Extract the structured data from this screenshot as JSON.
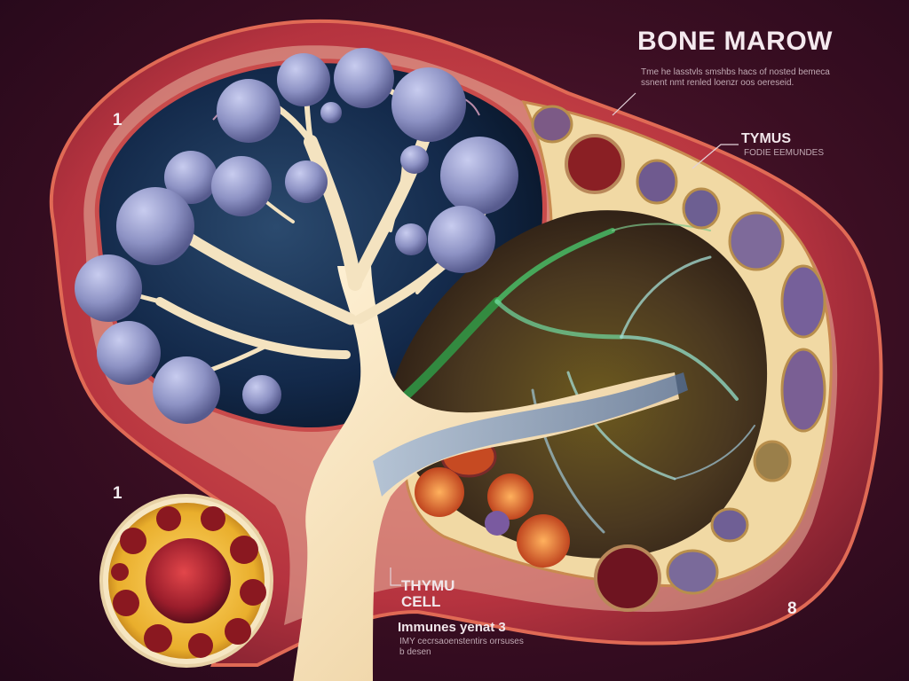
{
  "title": "BONE MAROW",
  "title_subtext": "Tme he lasstvls smshbs hacs of nosted bemeca ssnent nmt renled loenzr oos oereseid.",
  "callouts": {
    "thymus_top": "TYMUS",
    "thymus_sub": "FODIE EEMUNDES",
    "cell_line1": "THYMU",
    "cell_line2": "CELL",
    "immune_title": "Immunes yenat 3",
    "immune_sub": "IMY cecrsaoenstentirs orrsuses b desen"
  },
  "numbers": {
    "top_left": "1",
    "mid_left": "1",
    "bottom_right": "8"
  },
  "colors": {
    "background": "#3a0e22",
    "organ_outer": "#b5333f",
    "marrow_blue": "#12263f",
    "vessel_cream": "#f4e3c0",
    "cell_lilac": "#8d92c4",
    "green_network": "#2ea84c",
    "bone_yellow": "#f3cf5c",
    "orange_cluster": "#e06b2e"
  }
}
